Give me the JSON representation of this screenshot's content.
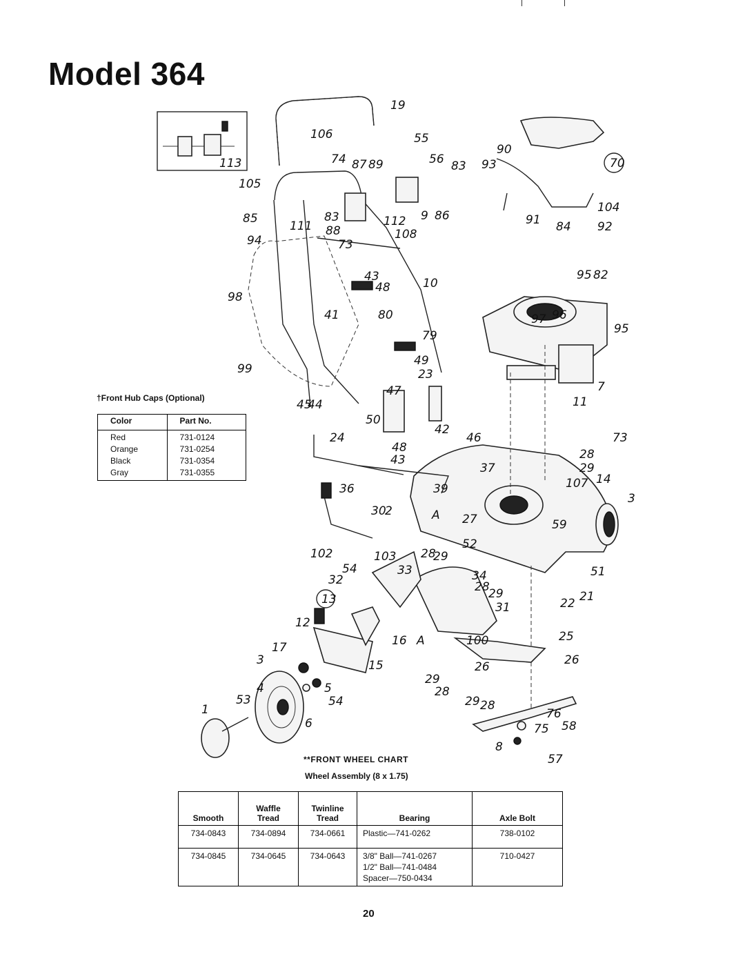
{
  "title": "Model 364",
  "callouts": [
    "19",
    "106",
    "55",
    "74",
    "87",
    "89",
    "56",
    "83",
    "90",
    "93",
    "70",
    "113",
    "105",
    "85",
    "111",
    "83",
    "88",
    "112",
    "9",
    "86",
    "104",
    "91",
    "84",
    "92",
    "94",
    "73",
    "108",
    "43",
    "48",
    "10",
    "95",
    "82",
    "98",
    "41",
    "80",
    "97",
    "96",
    "95",
    "79",
    "49",
    "23",
    "7",
    "99",
    "47",
    "11",
    "45",
    "44",
    "50",
    "42",
    "46",
    "73",
    "24",
    "48",
    "43",
    "28",
    "29",
    "37",
    "107",
    "36",
    "39",
    "14",
    "30",
    "2",
    "A",
    "27",
    "59",
    "3",
    "102",
    "103",
    "28",
    "29",
    "52",
    "54",
    "33",
    "34",
    "51",
    "32",
    "28",
    "29",
    "21",
    "13",
    "31",
    "22",
    "12",
    "16",
    "A",
    "100",
    "25",
    "17",
    "26",
    "26",
    "3",
    "15",
    "29",
    "53",
    "4",
    "5",
    "28",
    "54",
    "29",
    "28",
    "76",
    "1",
    "6",
    "75",
    "58",
    "8",
    "57"
  ],
  "hub_caps": {
    "caption": "†Front Hub Caps (Optional)",
    "headers": [
      "Color",
      "Part No."
    ],
    "rows": [
      {
        "color": "Red",
        "part": "731-0124"
      },
      {
        "color": "Orange",
        "part": "731-0254"
      },
      {
        "color": "Black",
        "part": "731-0354"
      },
      {
        "color": "Gray",
        "part": "731-0355"
      }
    ]
  },
  "wheel_chart": {
    "title": "**FRONT WHEEL CHART",
    "subtitle": "Wheel Assembly (8 x 1.75)",
    "headers": [
      "Smooth",
      "Waffle Tread",
      "Twinline Tread",
      "Bearing",
      "Axle Bolt"
    ],
    "rows": [
      {
        "smooth": "734-0843",
        "waffle": "734-0894",
        "twinline": "734-0661",
        "bearing": [
          "Plastic—741-0262"
        ],
        "axle": "738-0102"
      },
      {
        "smooth": "734-0845",
        "waffle": "734-0645",
        "twinline": "734-0643",
        "bearing": [
          "3/8\" Ball—741-0267",
          "1/2\" Ball—741-0484",
          "Spacer—750-0434"
        ],
        "axle": "710-0427"
      }
    ]
  },
  "page_number": "20"
}
